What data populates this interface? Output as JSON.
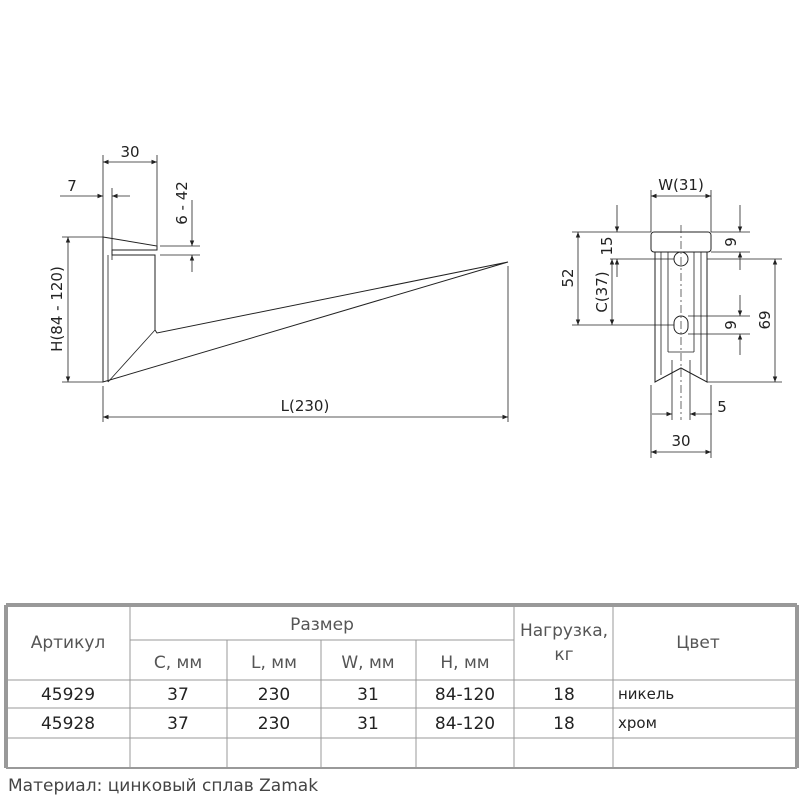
{
  "drawing": {
    "side_view": {
      "dim_top": "30",
      "dim_gap": "7",
      "dim_thickness": "6 - 42",
      "dim_height": "H(84 - 120)",
      "dim_length": "L(230)"
    },
    "end_view": {
      "dim_width": "W(31)",
      "dim_15": "15",
      "dim_52": "52",
      "dim_c": "C(37)",
      "dim_9_top": "9",
      "dim_9_mid": "9",
      "dim_69": "69",
      "dim_5": "5",
      "dim_30": "30"
    }
  },
  "table": {
    "col_article": "Артикул",
    "group_size": "Размер",
    "col_c": "C, мм",
    "col_l": "L, мм",
    "col_w": "W, мм",
    "col_h": "H, мм",
    "col_load_1": "Нагрузка,",
    "col_load_2": "кг",
    "col_color": "Цвет",
    "rows": [
      {
        "article": "45929",
        "c": "37",
        "l": "230",
        "w": "31",
        "h": "84-120",
        "load": "18",
        "color": "никель"
      },
      {
        "article": "45928",
        "c": "37",
        "l": "230",
        "w": "31",
        "h": "84-120",
        "load": "18",
        "color": "хром"
      }
    ]
  },
  "material": "Материал: цинковый сплав Zamak"
}
